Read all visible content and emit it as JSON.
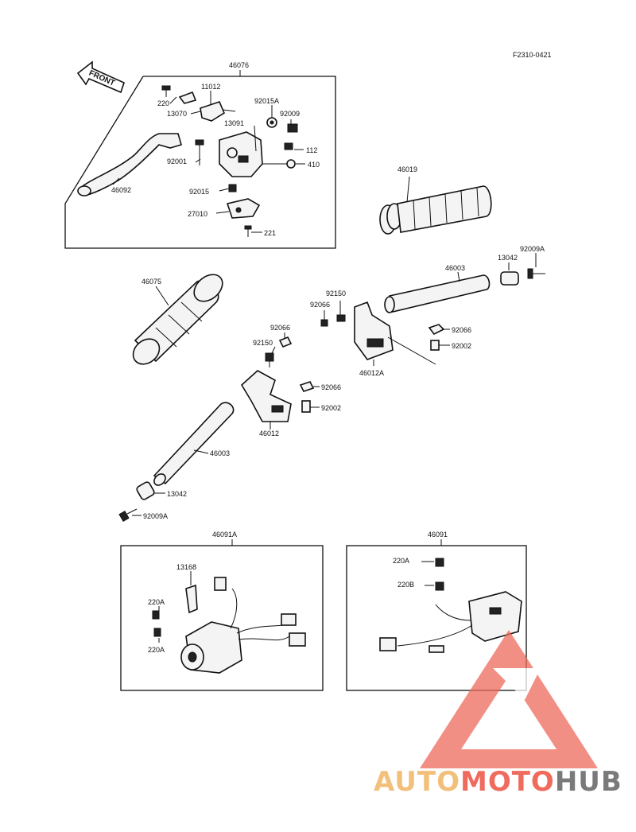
{
  "diagram_code": "F2310-0421",
  "front_arrow": "FRONT",
  "groups": {
    "lever_assembly": "46076",
    "left_switch": "46091A",
    "right_switch": "46091"
  },
  "parts": {
    "lever": "46092",
    "p11012": "11012",
    "p220": "220",
    "p13070": "13070",
    "p13091": "13091",
    "p92015A": "92015A",
    "p92009": "92009",
    "p112": "112",
    "p410": "410",
    "p92001": "92001",
    "p92015": "92015",
    "p27010": "27010",
    "p221": "221",
    "grip_right": "46019",
    "grip_left": "46075",
    "handlebar_upper": "46003",
    "p13042_upper": "13042",
    "p92009A_upper": "92009A",
    "p92150_upper": "92150",
    "p92066_upper_a": "92066",
    "p92066_upper_b": "92066",
    "p92002_upper": "92002",
    "holder_upper": "46012A",
    "p92066_lower_a": "92066",
    "p92150_lower": "92150",
    "p92066_lower_b": "92066",
    "p92002_lower": "92002",
    "holder_lower": "46012",
    "handlebar_lower": "46003",
    "p13042_lower": "13042",
    "p92009A_lower": "92009A",
    "p13168": "13168",
    "p220A_left_1": "220A",
    "p220A_left_2": "220A",
    "p220A_right": "220A",
    "p220B_right": "220B"
  },
  "watermark": {
    "part1": "AUTO",
    "part2": "MOTO",
    "part3": "HUB",
    "color1": "#f2c07a",
    "color2": "#ef6b5e",
    "color3": "#7a7a7a",
    "logo_color": "#ee6a5c"
  }
}
